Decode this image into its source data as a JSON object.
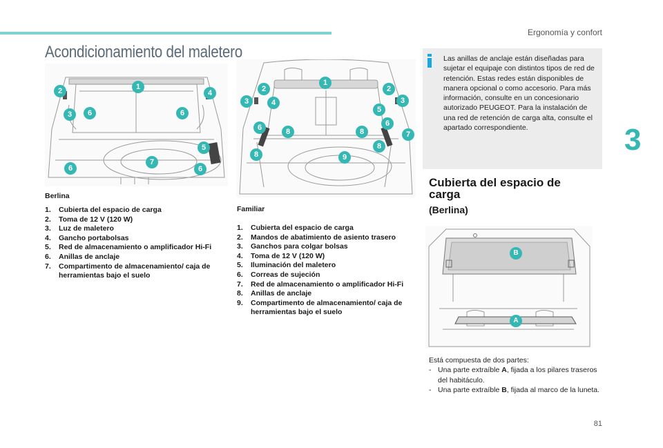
{
  "header": {
    "section": "Ergonomía y confort",
    "chapter": "3",
    "page_number": "81"
  },
  "title": "Acondicionamiento del maletero",
  "berlina": {
    "caption": "Berlina",
    "items": [
      {
        "n": "1.",
        "text": "Cubierta del espacio de carga"
      },
      {
        "n": "2.",
        "text": "Toma de 12 V (120 W)"
      },
      {
        "n": "3.",
        "text": "Luz de maletero"
      },
      {
        "n": "4.",
        "text": "Gancho portabolsas"
      },
      {
        "n": "5.",
        "text": "Red de almacenamiento o amplificador Hi-Fi"
      },
      {
        "n": "6.",
        "text": "Anillas de anclaje"
      },
      {
        "n": "7.",
        "text": "Compartimento de almacenamiento/ caja de herramientas bajo el suelo"
      }
    ],
    "markers": [
      "1",
      "2",
      "3",
      "6",
      "4",
      "6",
      "5",
      "7",
      "6",
      "6"
    ]
  },
  "familiar": {
    "caption": "Familiar",
    "items": [
      {
        "n": "1.",
        "text": "Cubierta del espacio de carga"
      },
      {
        "n": "2.",
        "text": "Mandos de abatimiento de asiento trasero"
      },
      {
        "n": "3.",
        "text": "Ganchos para colgar bolsas"
      },
      {
        "n": "4.",
        "text": "Toma de 12 V (120 W)"
      },
      {
        "n": "5.",
        "text": "Iluminación del maletero"
      },
      {
        "n": "6.",
        "text": "Correas de sujeción"
      },
      {
        "n": "7.",
        "text": "Red de almacenamiento o amplificador Hi-Fi"
      },
      {
        "n": "8.",
        "text": "Anillas de anclaje"
      },
      {
        "n": "9.",
        "text": "Compartimento de almacenamiento/ caja de herramientas bajo el suelo"
      }
    ],
    "markers": [
      "1",
      "2",
      "2",
      "3",
      "4",
      "3",
      "5",
      "6",
      "6",
      "8",
      "8",
      "7",
      "8",
      "8",
      "9"
    ]
  },
  "info": {
    "icon": "info-icon",
    "text": "Las anillas de anclaje están diseñadas para sujetar el equipaje con distintos tipos de red de retención. Estas redes están disponibles de manera opcional o como accesorio. Para más información, consulte en un concesionario autorizado PEUGEOT. Para la instalación de una red de retención de carga alta, consulte el apartado correspondiente."
  },
  "cover_section": {
    "heading": "Cubierta del espacio de carga",
    "subheading": "(Berlina)",
    "figure_markers": [
      "B",
      "A"
    ],
    "intro": "Está compuesta de dos partes:",
    "bullets": [
      {
        "dash": "-",
        "text_before": "Una parte extraíble ",
        "bold": "A",
        "text_after": ", fijada a los pilares traseros del habitáculo."
      },
      {
        "dash": "-",
        "text_before": "Una parte extraíble ",
        "bold": "B",
        "text_after": ", fijada al marco de la luneta."
      }
    ]
  },
  "colors": {
    "accent_teal": "#35b8b3",
    "topbar": "#7fd3d0",
    "info_bg": "#ececec",
    "info_icon": "#1aa8e0"
  }
}
